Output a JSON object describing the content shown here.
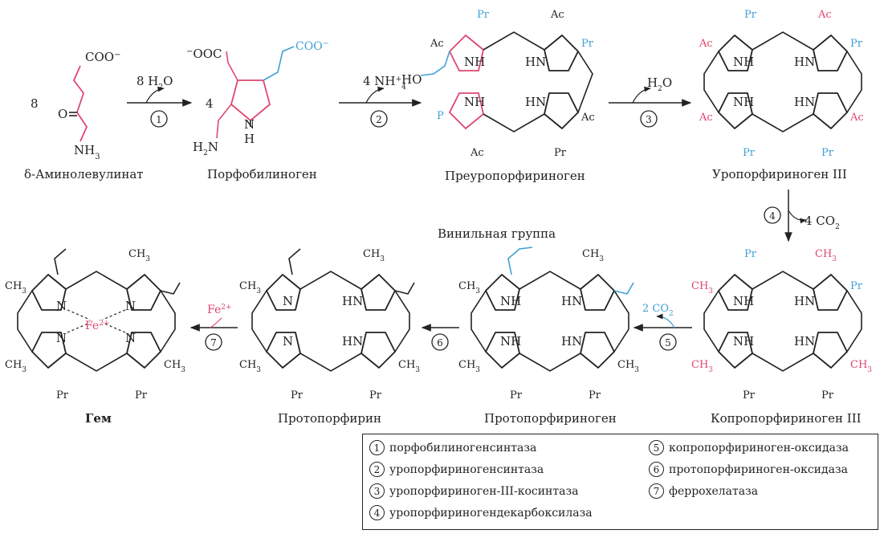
{
  "compounds": {
    "ala": {
      "coef": "8",
      "name": "δ-Аминолевулинат",
      "groups": {
        "coo": "COO",
        "coo_sup": "−",
        "o": "O",
        "nh3": "NH",
        "nh3_sub": "3"
      }
    },
    "pbg": {
      "coef": "4",
      "name": "Порфобилиноген",
      "groups": {
        "coo_left": "OOC",
        "coo_left_sup": "−",
        "coo_right": "COO",
        "coo_right_sup": "−",
        "h2n": "H",
        "h2n_sub": "2",
        "h2n_n": "N",
        "nh": "N",
        "h": "H"
      }
    },
    "preuro": {
      "name": "Преуропорфириноген",
      "groups": {
        "pr": "Pr",
        "ac": "Ac",
        "nh": "NH",
        "hn": "HN",
        "ho": "HO",
        "p": "P"
      }
    },
    "uro3": {
      "name": "Уропорфириноген III"
    },
    "copro3": {
      "name": "Копропорфириноген III"
    },
    "protoporphyrinogen": {
      "name": "Протопорфириноген",
      "note": "Винильная группа"
    },
    "protoporphyrin": {
      "name": "Протопорфирин"
    },
    "heme": {
      "name": "Гем",
      "fe": "Fe",
      "fe_sup": "2+"
    }
  },
  "reagents": {
    "r1": {
      "text": "8 H",
      "sub": "2",
      "tail": "O",
      "step": "1"
    },
    "r2": {
      "text": "4 NH",
      "sup": "+",
      "sub": "4",
      "step": "2"
    },
    "r3": {
      "text": "H",
      "sub": "2",
      "tail": "O",
      "step": "3"
    },
    "r4": {
      "text": "4 CO",
      "sub": "2",
      "step": "4"
    },
    "r5": {
      "text": "2 CO",
      "sub": "2",
      "step": "5"
    },
    "r6": {
      "step": "6"
    },
    "r7": {
      "text": "Fe",
      "sup": "2+",
      "step": "7"
    }
  },
  "substituents": {
    "ch3": "CH",
    "ch3_sub": "3",
    "pr": "Pr",
    "ac": "Ac",
    "nh": "NH",
    "hn": "HN",
    "n": "N"
  },
  "legend": [
    {
      "num": "1",
      "label": "порфобилиногенсинтаза"
    },
    {
      "num": "2",
      "label": "уропорфириногенсинтаза"
    },
    {
      "num": "3",
      "label": "уропорфириноген-III-косинтаза"
    },
    {
      "num": "4",
      "label": "уропорфириногендекарбоксилаза"
    },
    {
      "num": "5",
      "label": "копропорфириноген-оксидаза"
    },
    {
      "num": "6",
      "label": "протопорфириноген-оксидаза"
    },
    {
      "num": "7",
      "label": "феррохелатаза"
    }
  ],
  "colors": {
    "pink": "#e0476e",
    "blue": "#3fa0d6",
    "ink": "#222222"
  }
}
